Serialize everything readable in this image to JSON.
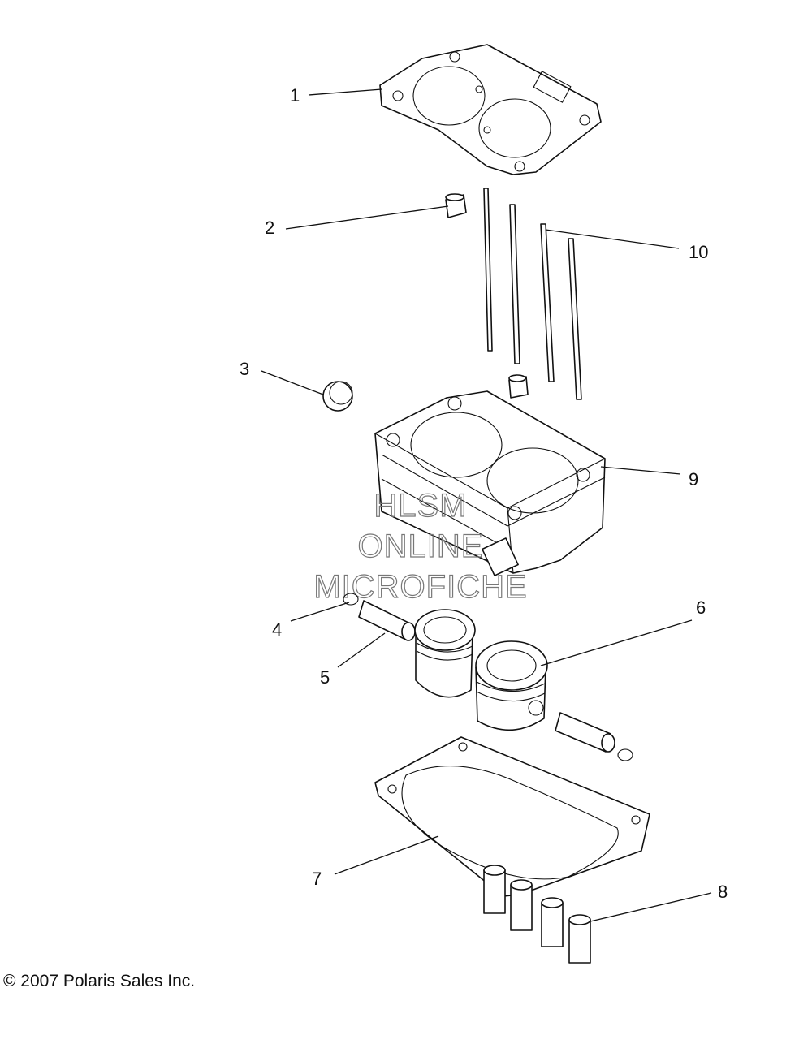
{
  "callouts": {
    "c1": "1",
    "c2": "2",
    "c3": "3",
    "c4": "4",
    "c5": "5",
    "c6": "6",
    "c7": "7",
    "c8": "8",
    "c9": "9",
    "c10": "10"
  },
  "watermark": {
    "line1": "HLSM",
    "line2": "ONLINE",
    "line3": "MICROFICHE"
  },
  "copyright": "© 2007 Polaris Sales Inc."
}
